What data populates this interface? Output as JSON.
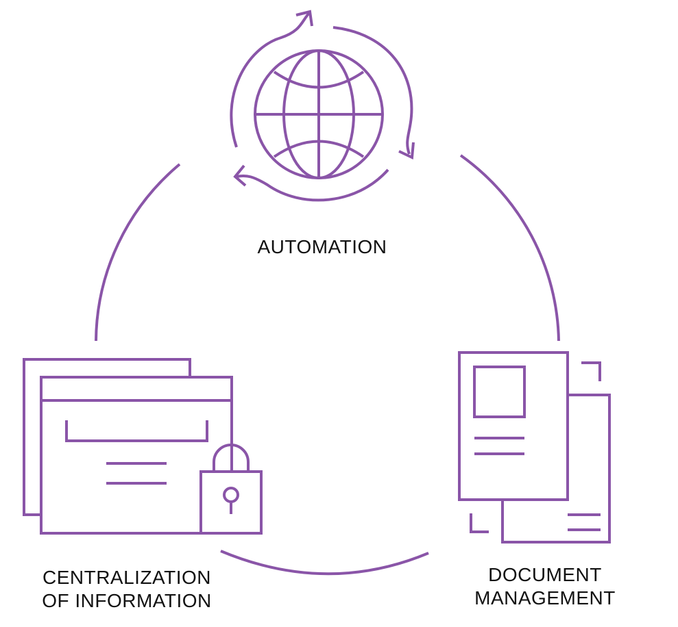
{
  "diagram": {
    "accent_color": "#8a55a8",
    "nodes": {
      "automation": {
        "label": "AUTOMATION",
        "icon": "globe-cycle-icon"
      },
      "centralization": {
        "label_line1": "CENTRALIZATION",
        "label_line2": "OF INFORMATION",
        "icon": "locked-windows-icon"
      },
      "document": {
        "label_line1": "DOCUMENT",
        "label_line2": "MANAGEMENT",
        "icon": "documents-icon"
      }
    }
  }
}
